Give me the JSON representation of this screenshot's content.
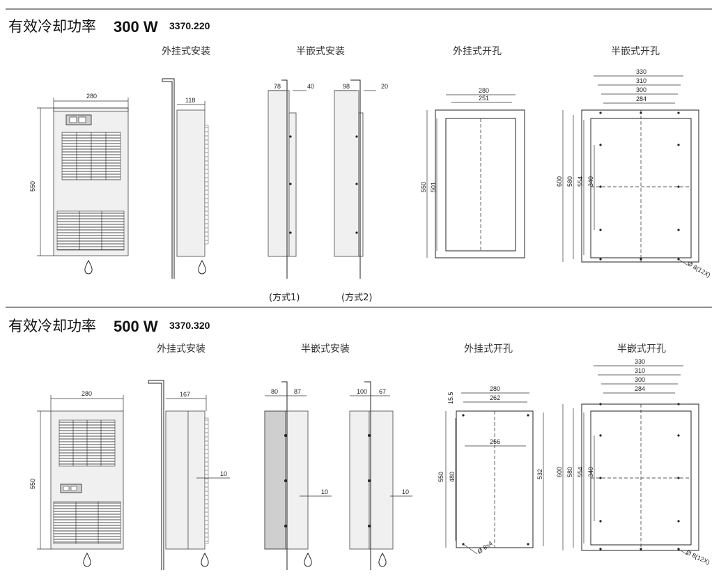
{
  "sections": [
    {
      "title": "有效冷却功率",
      "power": "300 W",
      "part_number": "3370.220",
      "views": {
        "wall_mount": "外挂式安装",
        "semi_flush": "半嵌式安装",
        "wall_cutout": "外挂式开孔",
        "semi_cutout": "半嵌式开孔"
      },
      "option1": "(方式1)",
      "option2": "(方式2)",
      "dims": {
        "front_width": "280",
        "front_height": "550",
        "side_depth": "118",
        "semi1_a": "78",
        "semi1_b": "40",
        "semi2_a": "98",
        "semi2_b": "20",
        "cut_w_outer": "280",
        "cut_w_inner": "251",
        "cut_h_outer": "550",
        "cut_h_inner": "501",
        "semi_w1": "330",
        "semi_w2": "310",
        "semi_w3": "300",
        "semi_w4": "284",
        "semi_h1": "600",
        "semi_h2": "580",
        "semi_h3": "554",
        "semi_h4": "340",
        "hole_note": "Ø 8(12X)"
      }
    },
    {
      "title": "有效冷却功率",
      "power": "500 W",
      "part_number": "3370.320",
      "views": {
        "wall_mount": "外挂式安装",
        "semi_flush": "半嵌式安装",
        "wall_cutout": "外挂式开孔",
        "semi_cutout": "半嵌式开孔"
      },
      "dims": {
        "front_width": "280",
        "front_height": "550",
        "side_depth": "167",
        "side_ten": "10",
        "semi1_a": "80",
        "semi1_b": "87",
        "semi1_ten": "10",
        "semi2_a": "100",
        "semi2_b": "67",
        "semi2_ten": "10",
        "cut_w_outer": "280",
        "cut_w_inner": "262",
        "cut_mid": "266",
        "cut_top": "15.5",
        "cut_h_outer": "550",
        "cut_h_inner": "480",
        "cut_h_right": "532",
        "cut_hole_note": "Ø 8x4",
        "semi_w1": "330",
        "semi_w2": "310",
        "semi_w3": "300",
        "semi_w4": "284",
        "semi_h1": "600",
        "semi_h2": "580",
        "semi_h3": "554",
        "semi_h4": "340",
        "hole_note": "Ø 8(12X)"
      }
    }
  ]
}
